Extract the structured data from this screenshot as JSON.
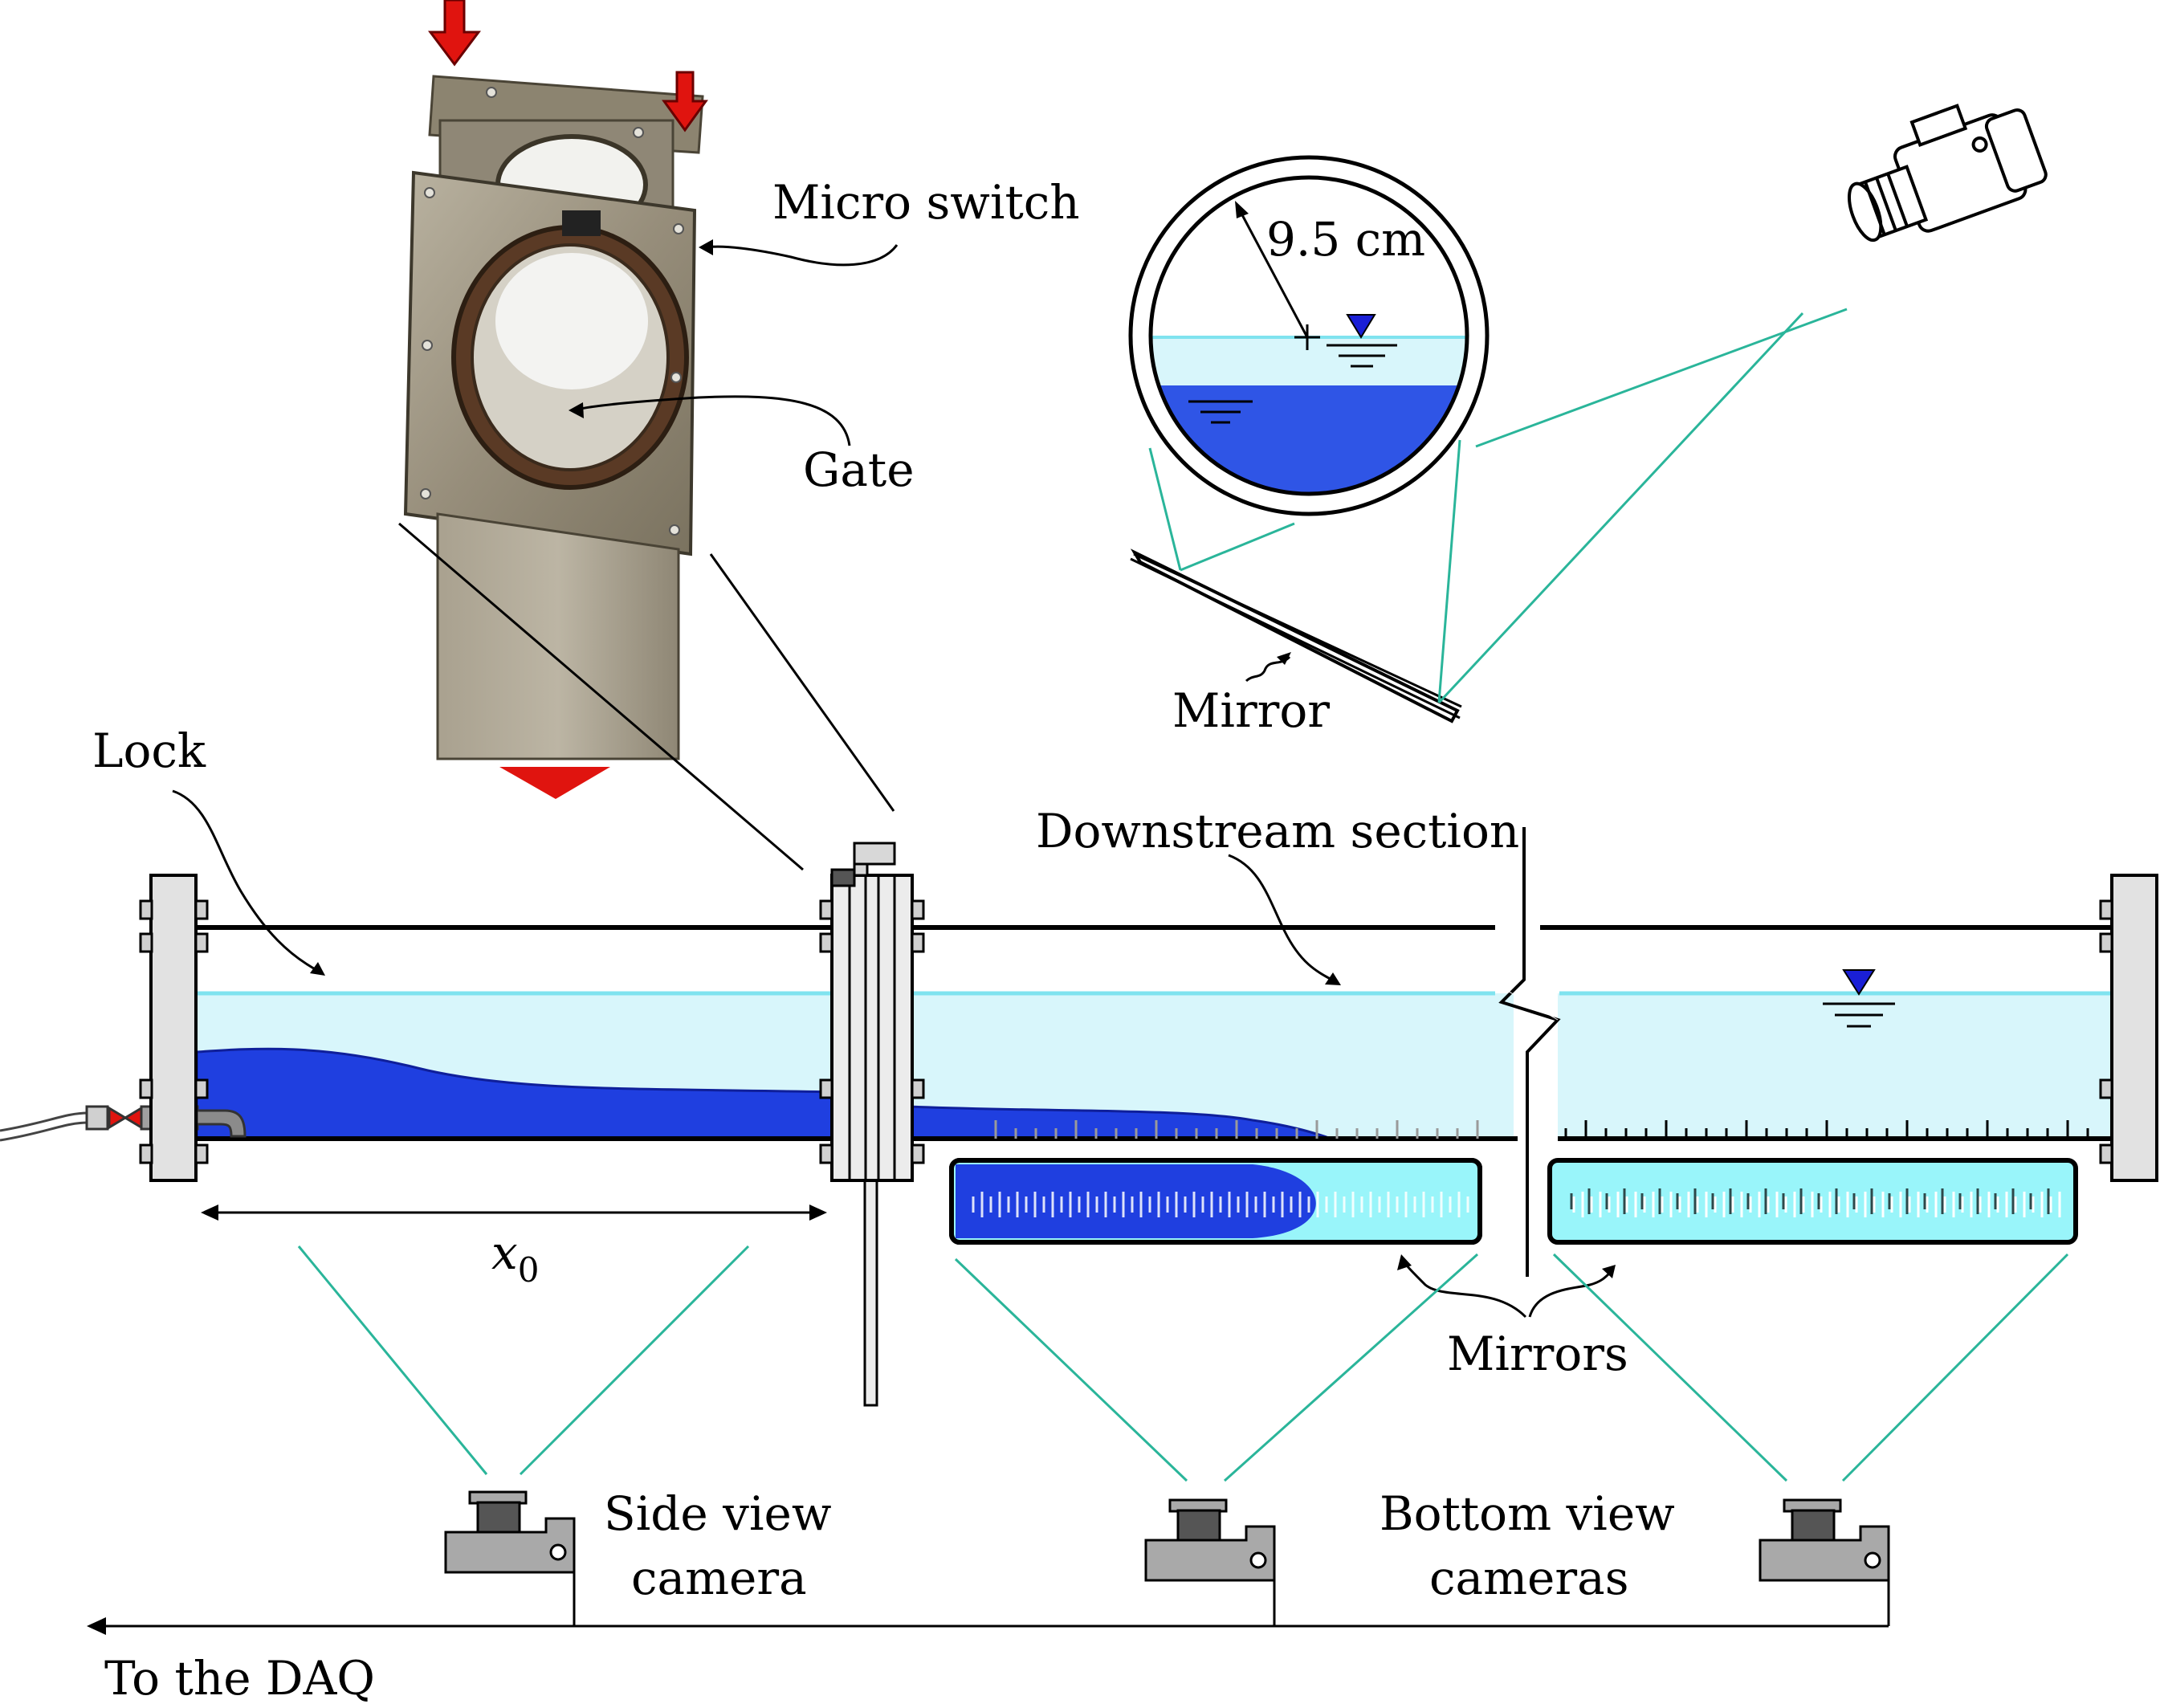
{
  "labels": {
    "micro_switch": "Micro switch",
    "gate": "Gate",
    "radius": "9.5 cm",
    "mirror": "Mirror",
    "lock": "Lock",
    "downstream_section": "Downstream section",
    "x0_main": "x",
    "x0_sub": "0",
    "mirrors": "Mirrors",
    "side_view_line1": "Side view",
    "side_view_line2": "camera",
    "bottom_view_line1": "Bottom view",
    "bottom_view_line2": "cameras",
    "to_daq": "To the DAQ"
  },
  "icons": [
    "red-arrow-icon",
    "camera-icon",
    "free-surface-icon",
    "video-camera-icon"
  ],
  "colors": {
    "dense_fluid": "#1f3fe0",
    "ambient_fluid": "#d8f6fb",
    "free_surface": "#7fe3ef",
    "sight_lines": "#2ab59a",
    "arrow_red": "#e0140f",
    "metal": "#9e9582",
    "flange": "#d9d9d9"
  }
}
